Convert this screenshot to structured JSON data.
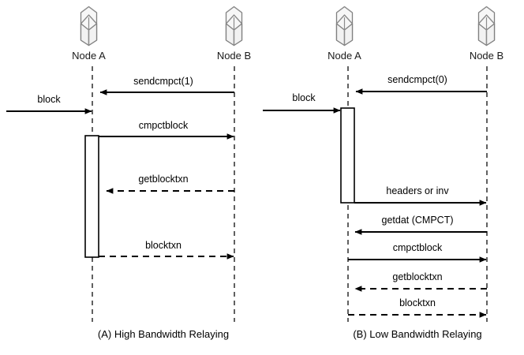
{
  "figure": {
    "background_color": "#ffffff",
    "line_color": "#000000",
    "lifeline_color": "#3a3a3a",
    "icon_fill": "#f2f2f2",
    "icon_stroke": "#808080"
  },
  "panels": [
    {
      "id": "panel-a",
      "caption": "(A) High Bandwidth Relaying",
      "participants": [
        {
          "id": "node-a",
          "label": "Node A",
          "icon": "node-cube-icon"
        },
        {
          "id": "node-b",
          "label": "Node B",
          "icon": "node-cube-icon"
        }
      ],
      "messages": [
        {
          "label": "sendcmpct(1)",
          "from": "node-b",
          "to": "node-a",
          "style": "solid"
        },
        {
          "label": "block",
          "from": "external",
          "to": "node-a",
          "style": "solid"
        },
        {
          "label": "cmpctblock",
          "from": "node-a",
          "to": "node-b",
          "style": "solid"
        },
        {
          "label": "getblocktxn",
          "from": "node-b",
          "to": "node-a",
          "style": "dashed"
        },
        {
          "label": "blocktxn",
          "from": "node-a",
          "to": "node-b",
          "style": "dashed"
        }
      ]
    },
    {
      "id": "panel-b",
      "caption": "(B) Low Bandwidth Relaying",
      "participants": [
        {
          "id": "node-a",
          "label": "Node A",
          "icon": "node-cube-icon"
        },
        {
          "id": "node-b",
          "label": "Node B",
          "icon": "node-cube-icon"
        }
      ],
      "messages": [
        {
          "label": "sendcmpct(0)",
          "from": "node-b",
          "to": "node-a",
          "style": "solid"
        },
        {
          "label": "block",
          "from": "external",
          "to": "node-a",
          "style": "solid"
        },
        {
          "label": "headers or inv",
          "from": "node-a",
          "to": "node-b",
          "style": "solid"
        },
        {
          "label": "getdat (CMPCT)",
          "from": "node-b",
          "to": "node-a",
          "style": "solid"
        },
        {
          "label": "cmpctblock",
          "from": "node-a",
          "to": "node-b",
          "style": "solid"
        },
        {
          "label": "getblocktxn",
          "from": "node-b",
          "to": "node-a",
          "style": "dashed"
        },
        {
          "label": "blocktxn",
          "from": "node-a",
          "to": "node-b",
          "style": "dashed"
        }
      ]
    }
  ]
}
